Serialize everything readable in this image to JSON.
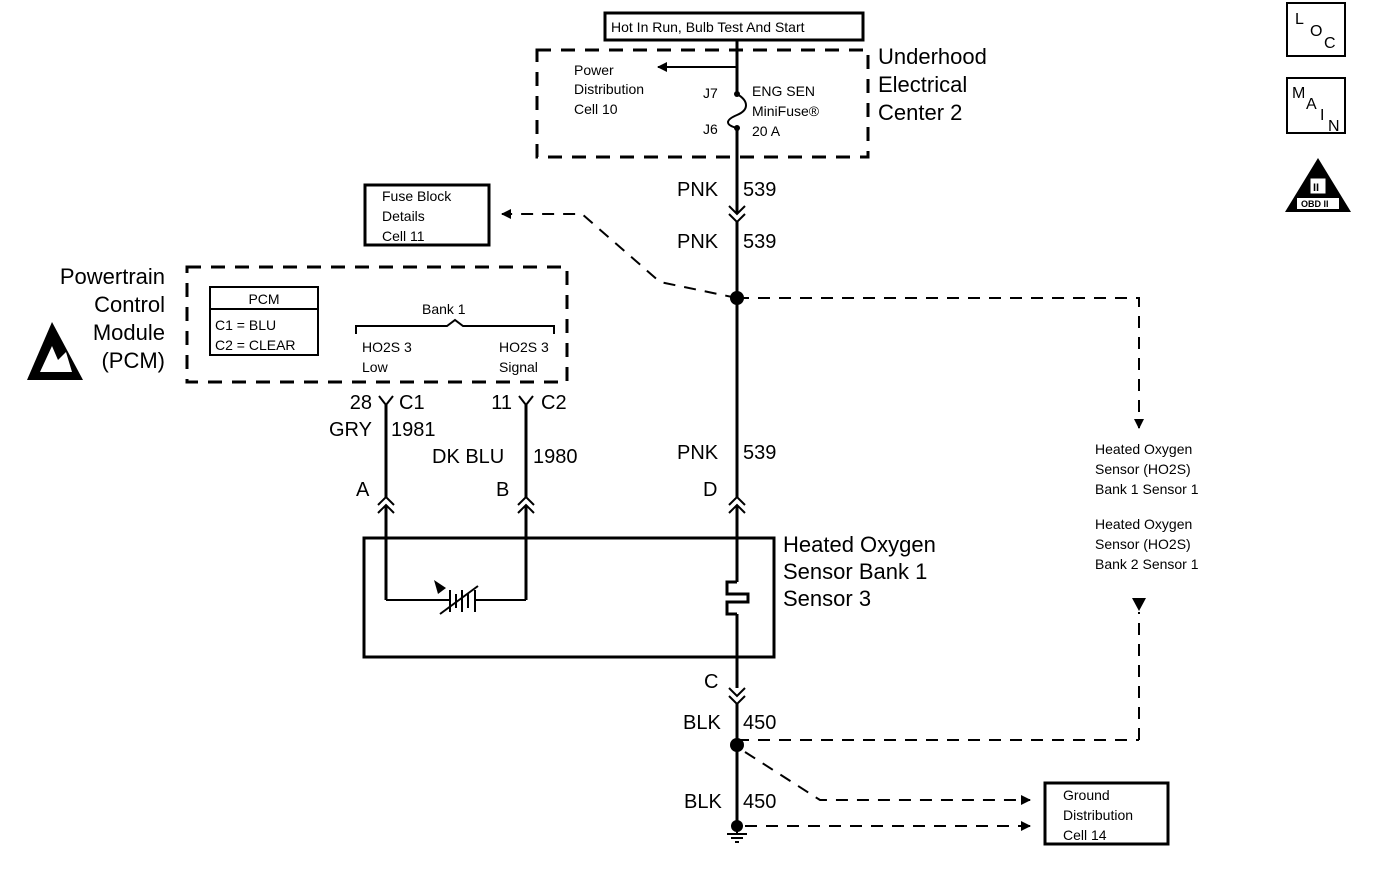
{
  "header": {
    "supply_label": "Hot In Run, Bulb Test And Start",
    "loc_icon": "LOC",
    "main_icon": "MAIN",
    "obd_icon": "OBD II"
  },
  "uec": {
    "title_lines": [
      "Underhood",
      "Electrical",
      "Center 2"
    ],
    "power_dist_lines": [
      "Power",
      "Distribution",
      "Cell 10"
    ],
    "fuse_lines": [
      "ENG SEN",
      "MiniFuse®",
      "20 A"
    ],
    "terminal_top": "J7",
    "terminal_bottom": "J6"
  },
  "fuse_block": {
    "lines": [
      "Fuse Block",
      "Details",
      "Cell 11"
    ]
  },
  "pcm": {
    "module_lines": [
      "Powertrain",
      "Control",
      "Module",
      "(PCM)"
    ],
    "table_title": "PCM",
    "table_rows": [
      "C1 = BLU",
      "C2 = CLEAR"
    ],
    "bank_label": "Bank 1",
    "pin_low_lines": [
      "HO2S 3",
      "Low"
    ],
    "pin_signal_lines": [
      "HO2S 3",
      "Signal"
    ],
    "esd_icon": "esd-warning"
  },
  "connectors": {
    "c1_pin": "28",
    "c1_name": "C1",
    "c2_pin": "11",
    "c2_name": "C2",
    "a": "A",
    "b": "B",
    "c": "C",
    "d": "D"
  },
  "wires": {
    "pnk1_color": "PNK",
    "pnk1_num": "539",
    "pnk2_color": "PNK",
    "pnk2_num": "539",
    "pnk3_color": "PNK",
    "pnk3_num": "539",
    "gry_color": "GRY",
    "gry_num": "1981",
    "dkblu_color": "DK BLU",
    "dkblu_num": "1980",
    "blk1_color": "BLK",
    "blk1_num": "450",
    "blk2_color": "BLK",
    "blk2_num": "450"
  },
  "sensor": {
    "title_lines": [
      "Heated Oxygen",
      "Sensor Bank 1",
      "Sensor 3"
    ]
  },
  "other_sensors": {
    "s1_lines": [
      "Heated Oxygen",
      "Sensor (HO2S)",
      "Bank 1 Sensor 1"
    ],
    "s2_lines": [
      "Heated Oxygen",
      "Sensor (HO2S)",
      "Bank 2 Sensor 1"
    ]
  },
  "ground": {
    "lines": [
      "Ground",
      "Distribution",
      "Cell 14"
    ]
  }
}
